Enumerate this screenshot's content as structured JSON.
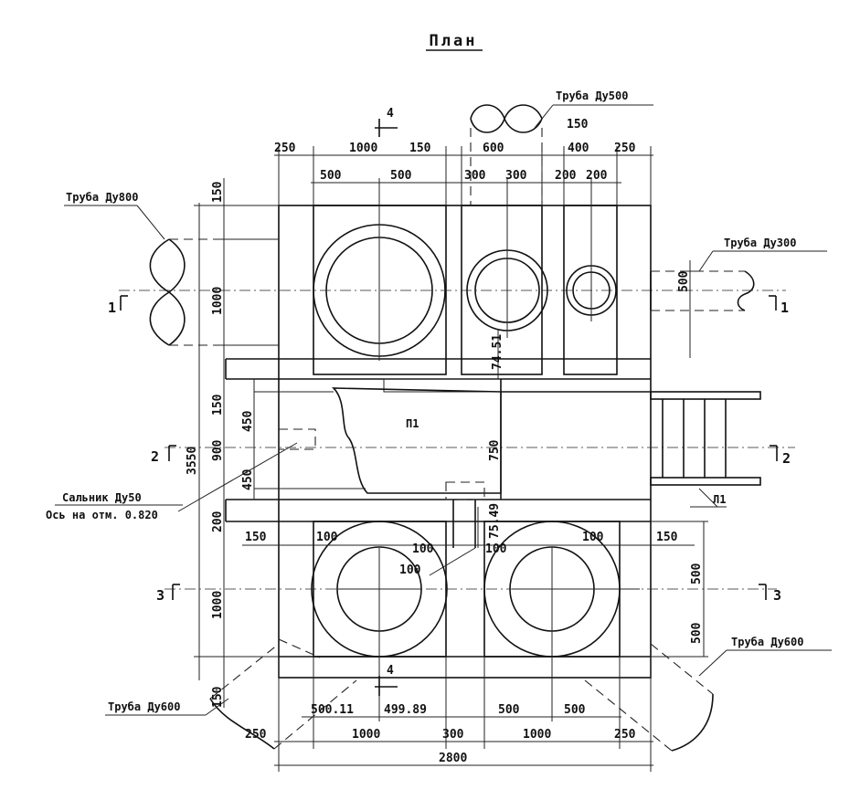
{
  "title": "План",
  "pipes": {
    "du800": "Труба Ду800",
    "du500": "Труба Ду500",
    "du300": "Труба Ду300",
    "du600_left": "Труба Ду600",
    "du600_right": "Труба Ду600"
  },
  "gland": {
    "label": "Сальник Ду50",
    "axis": "Ось на отм. 0.820"
  },
  "marks": {
    "p1": "П1",
    "l1": "Л1"
  },
  "sections": {
    "left": [
      "1",
      "2",
      "3"
    ],
    "right": [
      "1",
      "2",
      "3"
    ]
  },
  "dims": {
    "top1": [
      "250",
      "1000",
      "150",
      "600",
      "400",
      "250"
    ],
    "top2": [
      "500",
      "500",
      "300",
      "300",
      "200",
      "200"
    ],
    "top_150": "150",
    "top_4": "4",
    "left_vertical": [
      "150",
      "1000",
      "150",
      "450",
      "900",
      "450",
      "200",
      "1000",
      "150"
    ],
    "left_total": "3550",
    "right_500": "500",
    "v_7451": "74.51",
    "v_750": "750",
    "v_7549": "75.49",
    "row3": [
      "150",
      "100",
      "100",
      "100",
      "100",
      "150"
    ],
    "row3_left_100": "100",
    "right_lower": [
      "500",
      "500"
    ],
    "bottom_4": "4",
    "bottom1": [
      "500.11",
      "499.89",
      "500",
      "500"
    ],
    "bottom2": [
      "250",
      "1000",
      "300",
      "1000",
      "250"
    ],
    "bottom_total": "2800"
  }
}
